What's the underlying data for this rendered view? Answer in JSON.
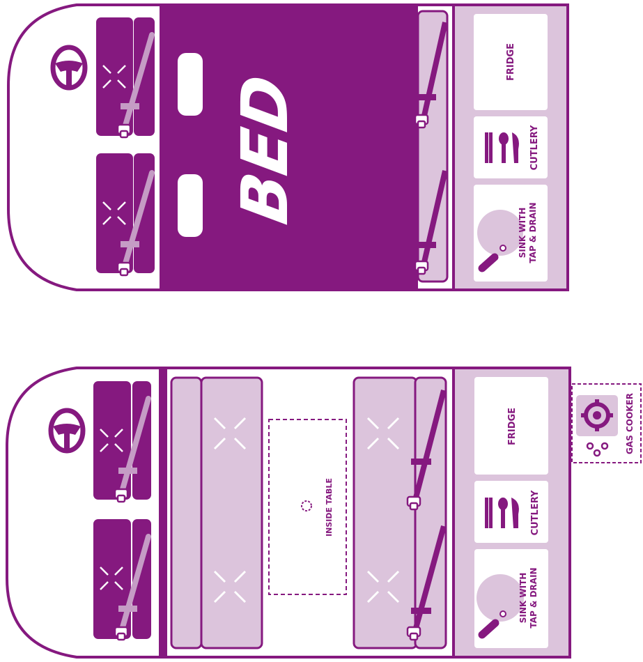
{
  "colors": {
    "purple": "#85197f",
    "light": "#dcc4dc",
    "white": "#ffffff"
  },
  "layouts": [
    {
      "name": "bed",
      "bed_label": "BED",
      "fridge_label": "FRIDGE",
      "cutlery_label": "CUTLERY",
      "sink_label_line1": "SINK WITH",
      "sink_label_line2": "TAP & DRAIN"
    },
    {
      "name": "seating",
      "table_label": "INSIDE TABLE",
      "fridge_label": "FRIDGE",
      "cutlery_label": "CUTLERY",
      "sink_label_line1": "SINK WITH",
      "sink_label_line2": "TAP & DRAIN",
      "gas_cooker_label": "GAS COOKER"
    }
  ],
  "icons": {
    "steering_wheel": "steering-wheel-icon",
    "seat": "seat-icon",
    "seatbelt": "seatbelt-icon",
    "pillow": "pillow-icon",
    "cutlery": "cutlery-icon",
    "sink": "sink-icon",
    "tap": "tap-icon",
    "burner": "burner-icon",
    "knobs": "knobs-icon"
  }
}
